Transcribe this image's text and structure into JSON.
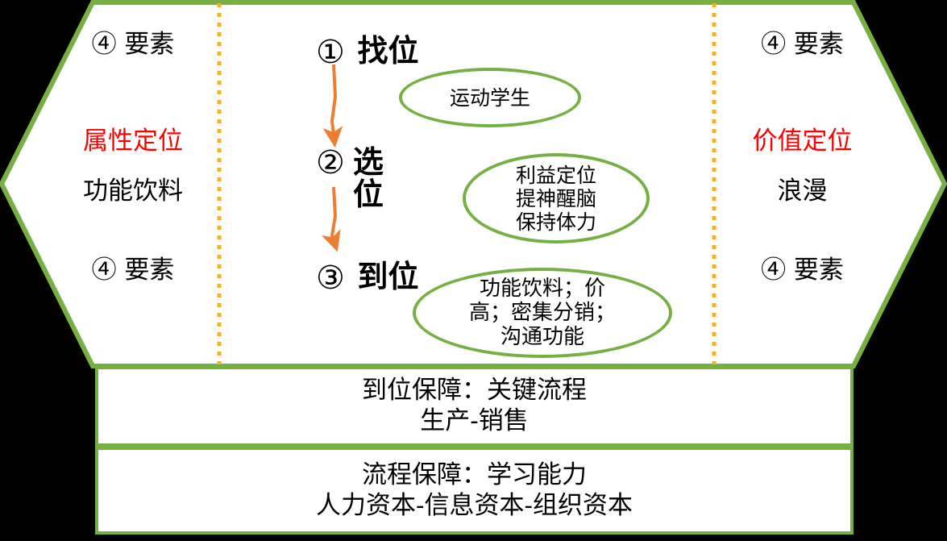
{
  "colors": {
    "green": "#76B043",
    "orange": "#ED7D31",
    "accent_red": "#FF0000",
    "divider_gold": "#F0B323",
    "background": "#000000",
    "panel": "#FFFFFF"
  },
  "left_column": {
    "element_top": "④ 要素",
    "heading": "属性定位",
    "subtitle": "功能饮料",
    "element_bottom": "④ 要素"
  },
  "right_column": {
    "element_top": "④ 要素",
    "heading": "价值定位",
    "subtitle": "浪漫",
    "element_bottom": "④ 要素"
  },
  "steps": [
    {
      "num": "①",
      "label": "找位"
    },
    {
      "num": "②",
      "label_line1": "选",
      "label_line2": "位"
    },
    {
      "num": "③",
      "label": "到位"
    }
  ],
  "bubbles": [
    {
      "lines": [
        "运动学生"
      ]
    },
    {
      "lines": [
        "利益定位",
        "提神醒脑",
        "保持体力"
      ]
    },
    {
      "lines": [
        "功能饮料；价",
        "高；密集分销；",
        "沟通功能"
      ]
    }
  ],
  "bottom_boxes": [
    {
      "line1": "到位保障：关键流程",
      "line2": "生产-销售"
    },
    {
      "line1": "流程保障：学习能力",
      "line2": "人力资本-信息资本-组织资本"
    }
  ]
}
